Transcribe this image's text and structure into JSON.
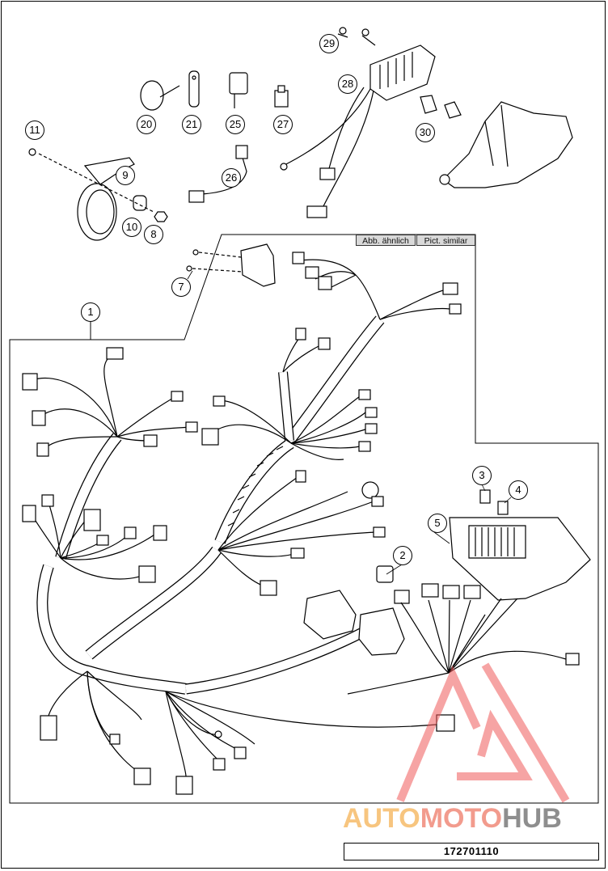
{
  "diagram": {
    "labels": [
      "1",
      "2",
      "3",
      "4",
      "5",
      "7",
      "8",
      "9",
      "10",
      "11",
      "20",
      "21",
      "25",
      "26",
      "27",
      "28",
      "29",
      "30"
    ],
    "note_de": "Abb. ähnlich",
    "note_en": "Pict. similar",
    "part_number": "172701110"
  },
  "watermark": {
    "part1": "AUTO",
    "part2": "MOTO",
    "part3": "HUB",
    "colors": {
      "auto": "#f7c57f",
      "moto": "#f29b8d",
      "hub": "#8e8e8e",
      "logo": "#f05a5a"
    }
  }
}
